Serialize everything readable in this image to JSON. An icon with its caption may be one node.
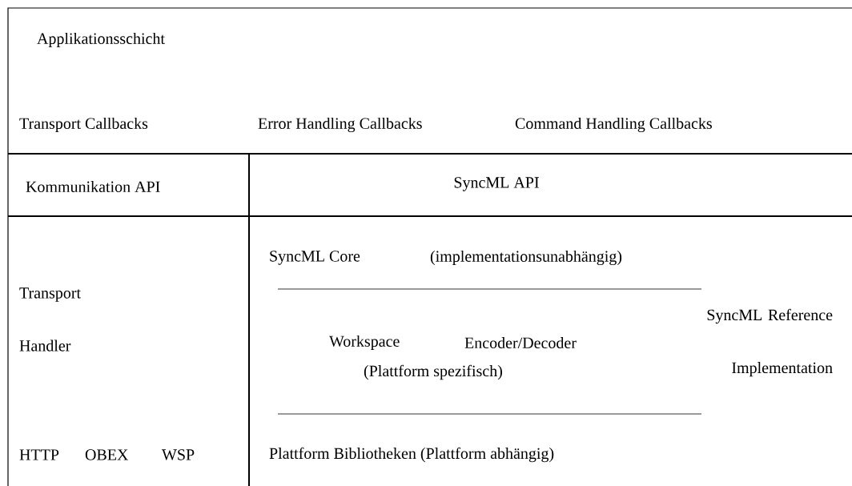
{
  "diagram": {
    "nodes": [
      {
        "text": [
          "Applikationsschicht",
          "Transport Callbacks",
          "Error Handling Callbacks",
          "Command Handling Callbacks"
        ]
      },
      {
        "text": [
          "Kommunikation API"
        ]
      },
      {
        "text": [
          "SyncML API"
        ]
      },
      {
        "text": [
          "Transport Handler",
          "HTTP",
          "OBEX",
          "WSP"
        ]
      },
      {
        "text": [
          "SyncML Core",
          "(implementationsunabhängig)",
          "Workspace",
          "Encoder/Decoder",
          "(Plattform spezifisch)",
          "SyncML Reference Implementation",
          "Plattform Bibliotheken (Plattform abhängig)"
        ]
      }
    ]
  }
}
